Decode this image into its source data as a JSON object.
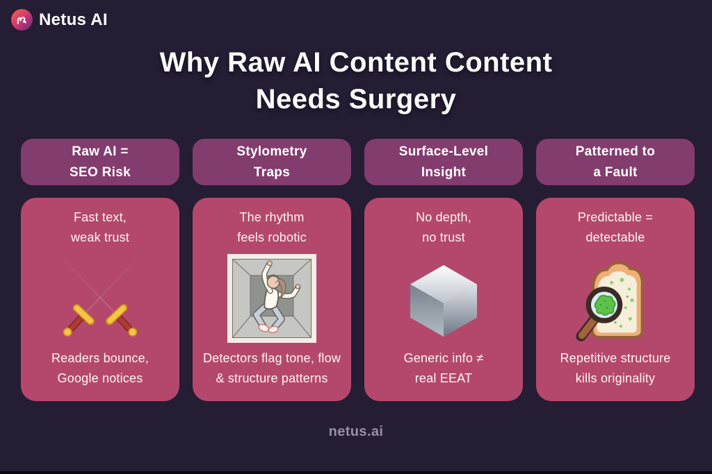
{
  "brand": {
    "logo_icon": "netus-n-mark",
    "name": "Netus AI"
  },
  "title": {
    "line1": "Why Raw AI Content Content",
    "line2": "Needs Surgery"
  },
  "columns": [
    {
      "header": {
        "line1": "Raw AI =",
        "line2": "SEO Risk"
      },
      "card": {
        "top_line1": "Fast text,",
        "top_line2": "weak trust",
        "icon": "crossed-swords",
        "bottom_line1": "Readers bounce,",
        "bottom_line2": "Google notices"
      }
    },
    {
      "header": {
        "line1": "Stylometry",
        "line2": "Traps"
      },
      "card": {
        "top_line1": "The rhythm",
        "top_line2": "feels robotic",
        "icon": "person-trapped-in-box",
        "bottom_line1": "Detectors flag tone, flow",
        "bottom_line2": "& structure patterns"
      }
    },
    {
      "header": {
        "line1": "Surface-Level",
        "line2": "Insight"
      },
      "card": {
        "top_line1": "No depth,",
        "top_line2": "no trust",
        "icon": "metallic-cube",
        "bottom_line1": "Generic info ≠",
        "bottom_line2": "real EEAT"
      }
    },
    {
      "header": {
        "line1": "Patterned to",
        "line2": "a Fault"
      },
      "card": {
        "top_line1": "Predictable =",
        "top_line2": "detectable",
        "icon": "moldy-bread-magnifier",
        "bottom_line1": "Repetitive structure",
        "bottom_line2": "kills originality"
      }
    }
  ],
  "footer": {
    "site": "netus.ai"
  },
  "colors": {
    "background": "#251d33",
    "pill": "#833c6e",
    "card": "#b4486c",
    "title_text": "#ffffff",
    "card_text": "#fdf5f4",
    "footer_text": "#9a8fa4",
    "logo_gradient_start": "#f0684b",
    "logo_gradient_mid": "#d63a6e",
    "logo_gradient_end": "#5d2a80"
  }
}
